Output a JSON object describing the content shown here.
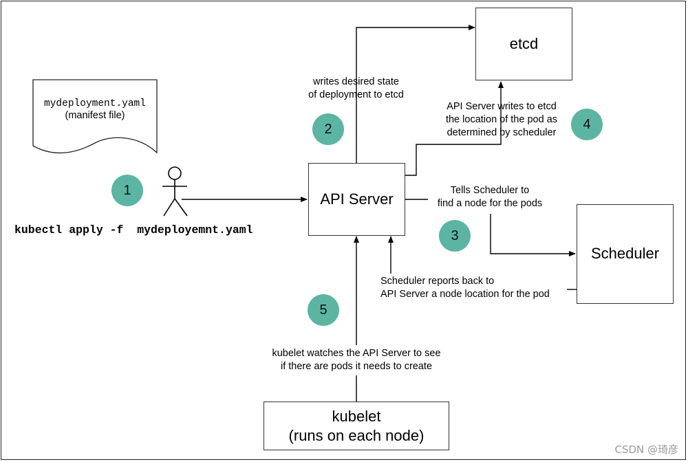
{
  "manifest": {
    "filename": "mydeployment.yaml",
    "description": "(manifest file)"
  },
  "command": "kubectl apply -f  mydeployemnt.yaml",
  "boxes": {
    "api_server": "API Server",
    "etcd": "etcd",
    "scheduler": "Scheduler",
    "kubelet_title": "kubelet",
    "kubelet_sub": "(runs on each node)"
  },
  "steps": {
    "s1": "1",
    "s2": "2",
    "s3": "3",
    "s4": "4",
    "s5": "5"
  },
  "labels": {
    "writes_desired": [
      "writes desired state",
      "of deployment to etcd"
    ],
    "api_writes_etcd": [
      "API Server writes to etcd",
      "the location of the pod as",
      "determined by scheduler"
    ],
    "tells_scheduler": [
      "Tells Scheduler to",
      "find a node for the pods"
    ],
    "scheduler_reports": [
      "Scheduler reports back to",
      "API Server a node location for the pod"
    ],
    "kubelet_watches": [
      "kubelet watches the API Server to see",
      "if there are pods it needs to create"
    ]
  },
  "watermark": "CSDN @琦彦",
  "colors": {
    "step_circle": "#5bb5a2"
  }
}
